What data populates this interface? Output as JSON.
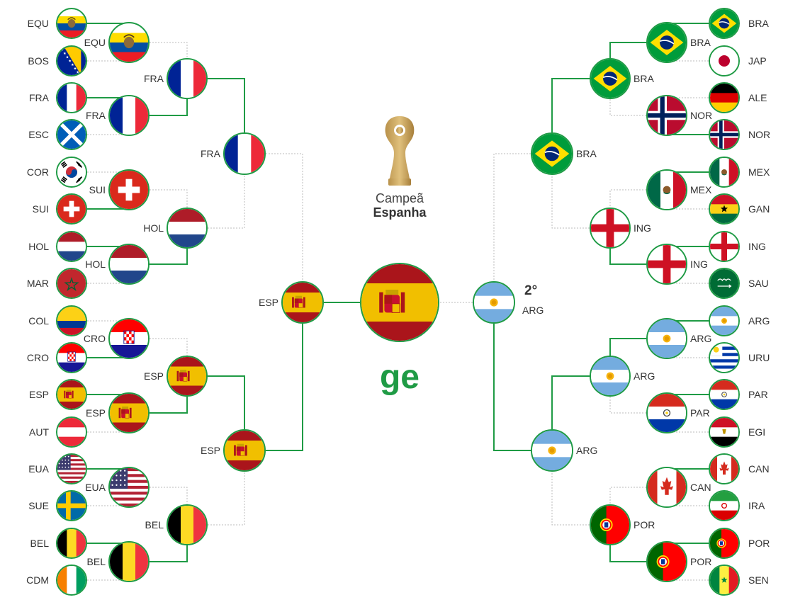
{
  "champion": {
    "label": "Campeã",
    "name": "Espanha"
  },
  "second_place": "2°",
  "colors": {
    "line": "#1f9b45",
    "dotted": "#bbbbbb"
  },
  "left": {
    "r16": [
      "EQU",
      "BOS",
      "FRA",
      "ESC",
      "COR",
      "SUI",
      "HOL",
      "MAR",
      "COL",
      "CRO",
      "ESP",
      "AUT",
      "EUA",
      "SUE",
      "BEL",
      "CDM"
    ],
    "r8": [
      "EQU",
      "FRA",
      "SUI",
      "HOL",
      "CRO",
      "ESP",
      "EUA",
      "BEL"
    ],
    "qf": [
      "FRA",
      "HOL",
      "ESP",
      "BEL"
    ],
    "sf": [
      "FRA",
      "ESP"
    ],
    "final": "ESP"
  },
  "right": {
    "r16": [
      "BRA",
      "JAP",
      "ALE",
      "NOR",
      "MEX",
      "GAN",
      "ING",
      "SAU",
      "ARG",
      "URU",
      "PAR",
      "EGI",
      "CAN",
      "IRA",
      "POR",
      "SEN"
    ],
    "r8": [
      "BRA",
      "NOR",
      "MEX",
      "ING",
      "ARG",
      "PAR",
      "CAN",
      "POR"
    ],
    "qf": [
      "BRA",
      "ING",
      "ARG",
      "POR"
    ],
    "sf": [
      "BRA",
      "ARG"
    ],
    "final": "ARG"
  }
}
